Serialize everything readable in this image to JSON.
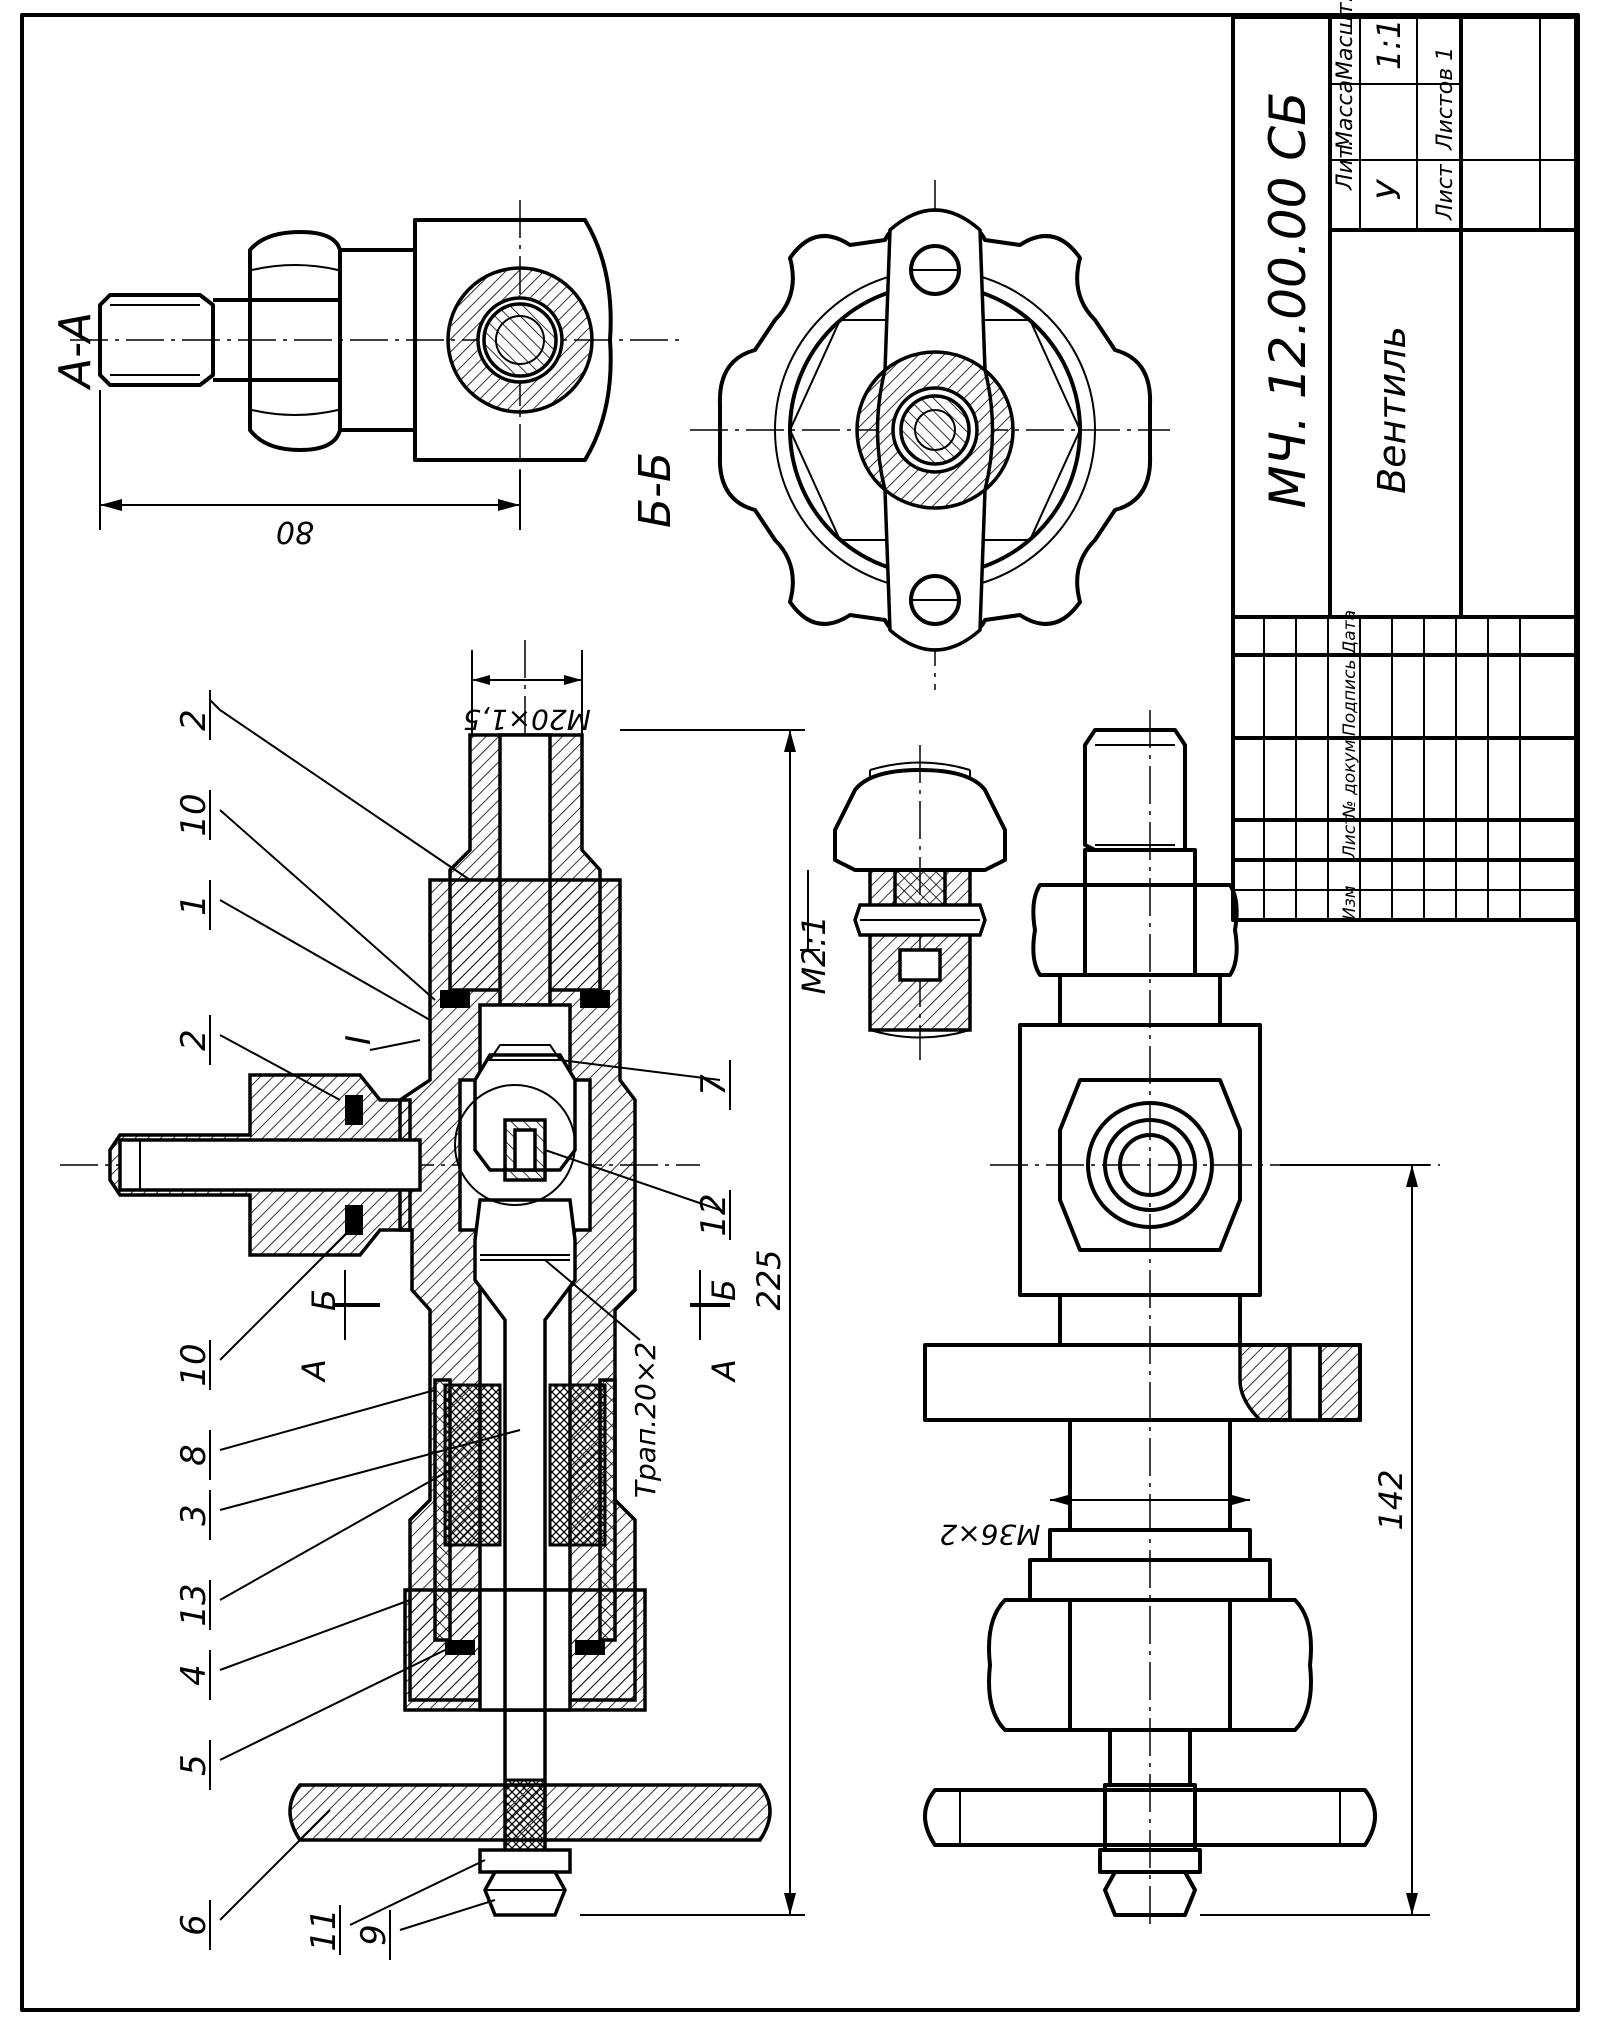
{
  "title_block": {
    "designation": "МЧ. 12.00.00 СБ",
    "name": "Вентиль",
    "headers": {
      "lit": "Лит.",
      "mass": "Масса",
      "scale": "Масшт."
    },
    "lit_value": "У",
    "scale_value": "1:1",
    "sheet_label": "Лист",
    "sheets_label": "Листов 1",
    "revision_headers": [
      "Изм",
      "Лист",
      "№ докум",
      "Подпись",
      "Дата"
    ]
  },
  "views": {
    "section_aa": "А-А",
    "section_bb": "Б-Б",
    "detail": "I",
    "detail_scale": "М2:1",
    "cut_a": "А",
    "cut_b": "Б"
  },
  "dimensions": {
    "d80": "80",
    "d225": "225",
    "d142": "142",
    "thread_m20": "М20×1,5",
    "thread_trap": "Трап.20×2",
    "thread_m36": "М36×2"
  },
  "callouts": [
    "2",
    "10",
    "1",
    "2",
    "10",
    "8",
    "3",
    "13",
    "4",
    "5",
    "6",
    "11",
    "9",
    "7",
    "12"
  ]
}
